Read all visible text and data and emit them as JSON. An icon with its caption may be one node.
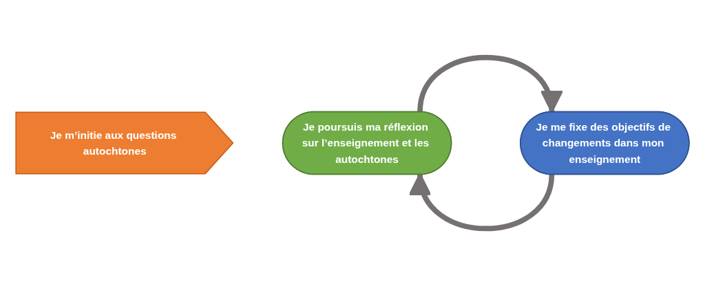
{
  "diagram": {
    "nodes": [
      {
        "text": [
          "Je m’initie aux questions autochtones"
        ]
      },
      {
        "text": [
          "Je poursuis ma réflexion sur l’enseignement et les autochtones"
        ]
      },
      {
        "text": [
          "Je me fixe des objectifs de changements dans mon enseignement"
        ]
      }
    ],
    "edges": [
      {
        "from": 1,
        "to": 2,
        "arrow": "to",
        "color": "#767171"
      },
      {
        "from": 2,
        "to": 1,
        "arrow": "to",
        "color": "#767171"
      }
    ]
  }
}
